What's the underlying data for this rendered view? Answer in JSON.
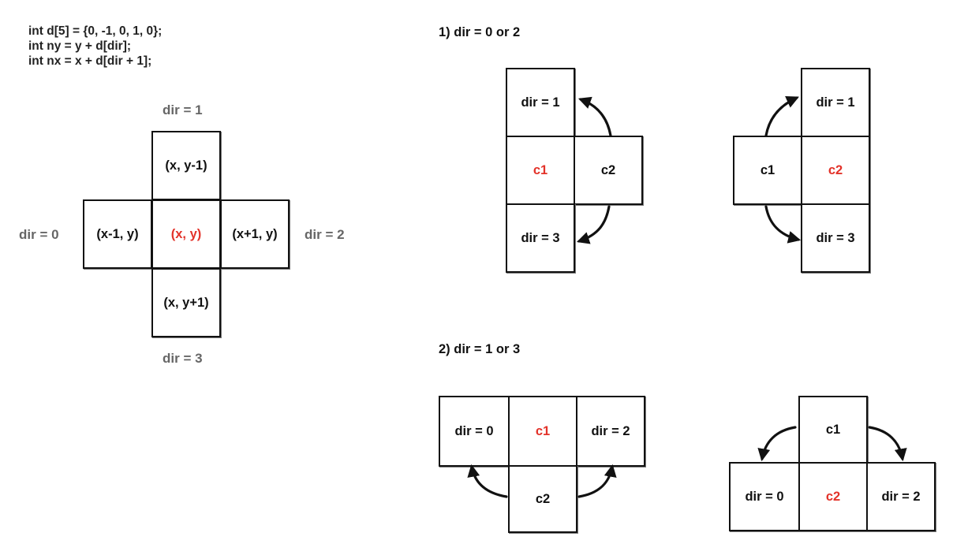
{
  "code": {
    "line1": "int d[5] = {0, -1, 0, 1, 0};",
    "line2": "int ny = y + d[dir];",
    "line3": "int nx = x + d[dir + 1];"
  },
  "cross": {
    "label_top": "dir = 1",
    "label_left": "dir = 0",
    "label_right": "dir = 2",
    "label_bottom": "dir = 3",
    "cell_top": "(x, y-1)",
    "cell_left": "(x-1, y)",
    "cell_center": "(x, y)",
    "cell_right": "(x+1, y)",
    "cell_bottom": "(x, y+1)"
  },
  "case1": {
    "heading": "1) dir = 0 or 2",
    "a": {
      "top": "dir = 1",
      "c1": "c1",
      "c2": "c2",
      "bottom": "dir = 3"
    },
    "b": {
      "top": "dir = 1",
      "c1": "c1",
      "c2": "c2",
      "bottom": "dir = 3"
    }
  },
  "case2": {
    "heading": "2) dir = 1 or 3",
    "a": {
      "left": "dir = 0",
      "c1": "c1",
      "right": "dir = 2",
      "c2": "c2"
    },
    "b": {
      "c1": "c1",
      "left": "dir = 0",
      "c2": "c2",
      "right": "dir = 2"
    }
  },
  "colors": {
    "highlight": "#e3332a",
    "label_gray": "#666666",
    "ink": "#111111"
  }
}
